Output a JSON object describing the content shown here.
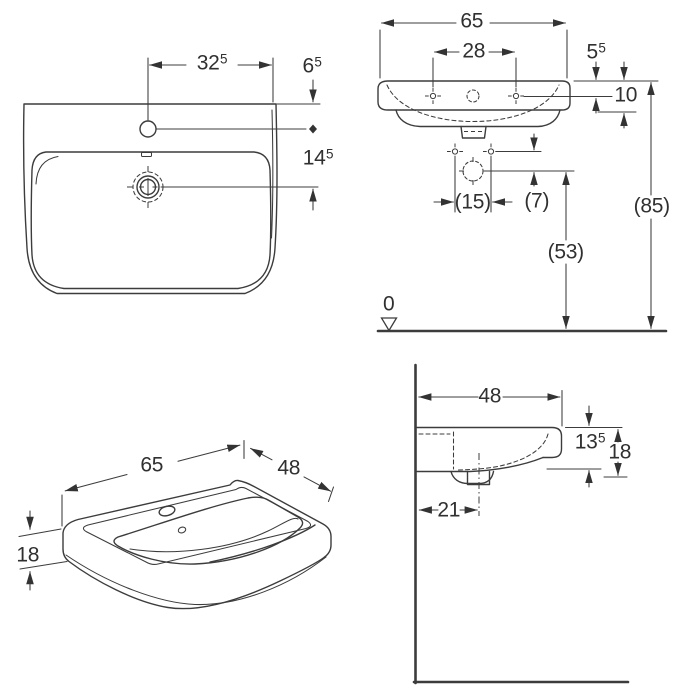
{
  "colors": {
    "line": "#3c3c3c",
    "text": "#303030",
    "background": "#ffffff"
  },
  "views": {
    "front": {
      "dims": {
        "tap_to_right_edge": {
          "main": "32",
          "sup": "5"
        },
        "rim_to_tap": {
          "main": "6",
          "sup": "5"
        },
        "tap_to_drain": {
          "main": "14",
          "sup": "5"
        }
      }
    },
    "installation": {
      "dims": {
        "width": {
          "main": "65",
          "sup": ""
        },
        "tap_hole_spacing": {
          "main": "28",
          "sup": ""
        },
        "rim_to_fixing_holes": {
          "main": "5",
          "sup": "5"
        },
        "rim_thickness": {
          "main": "10",
          "sup": ""
        },
        "fixing_spacing": {
          "main": "(15)",
          "sup": ""
        },
        "fixing_to_drain": {
          "main": "(7)",
          "sup": ""
        },
        "drain_height": {
          "main": "(53)",
          "sup": ""
        },
        "rim_height": {
          "main": "(85)",
          "sup": ""
        },
        "floor_level": {
          "main": "0",
          "sup": ""
        }
      }
    },
    "isometric": {
      "dims": {
        "width": {
          "main": "65",
          "sup": ""
        },
        "depth": {
          "main": "48",
          "sup": ""
        },
        "height": {
          "main": "18",
          "sup": ""
        }
      }
    },
    "side": {
      "dims": {
        "depth": {
          "main": "48",
          "sup": ""
        },
        "rim_to_outlet": {
          "main": "13",
          "sup": "5"
        },
        "height": {
          "main": "18",
          "sup": ""
        },
        "wall_to_trap": {
          "main": "21",
          "sup": ""
        }
      }
    }
  }
}
